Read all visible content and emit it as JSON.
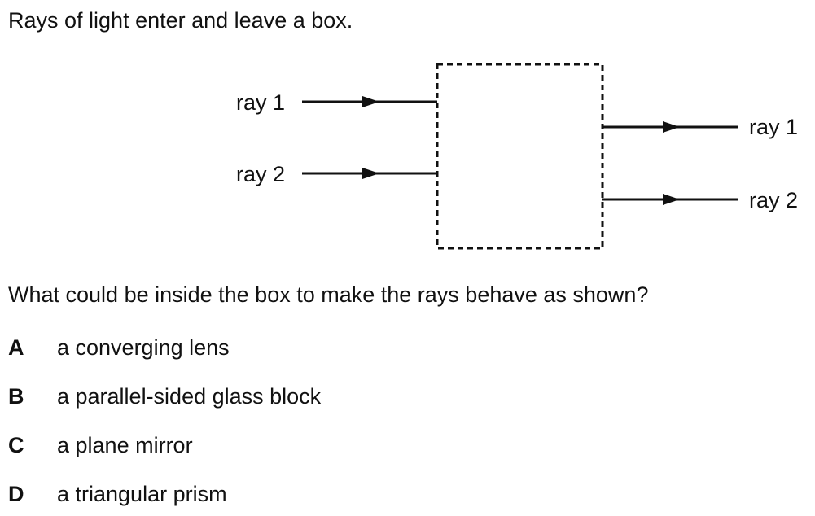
{
  "intro_text": "Rays of light enter and leave a box.",
  "diagram": {
    "incoming_rays": [
      "ray 1",
      "ray 2"
    ],
    "outgoing_rays": [
      "ray 1",
      "ray 2"
    ]
  },
  "question": "What could be inside the box to make the rays behave as shown?",
  "options": [
    {
      "letter": "A",
      "text": "a converging lens"
    },
    {
      "letter": "B",
      "text": "a parallel-sided glass block"
    },
    {
      "letter": "C",
      "text": "a plane mirror"
    },
    {
      "letter": "D",
      "text": "a triangular prism"
    }
  ]
}
